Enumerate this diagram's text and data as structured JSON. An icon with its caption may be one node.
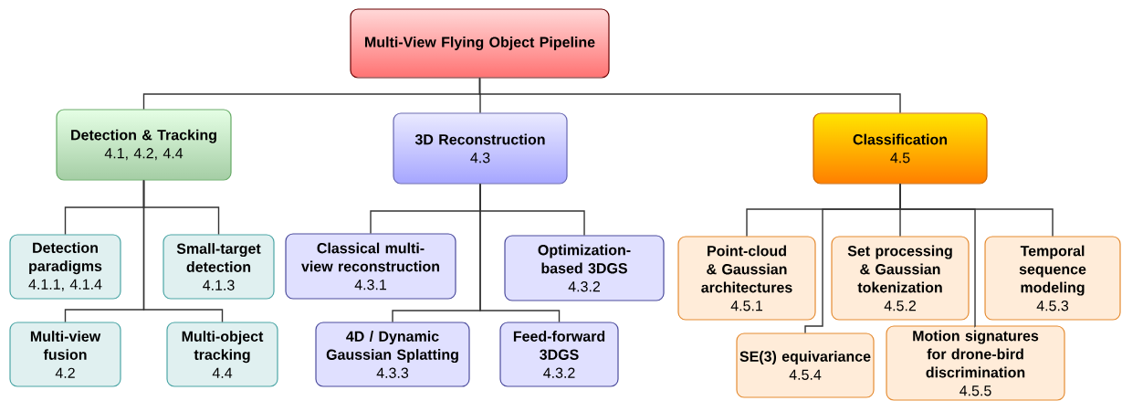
{
  "diagram": {
    "nodes": [
      {
        "text": [
          "Multi-View Flying Object Pipeline"
        ]
      },
      {
        "text": [
          "Detection & Tracking",
          "4.1, 4.2, 4.4"
        ]
      },
      {
        "text": [
          "3D Reconstruction",
          "4.3"
        ]
      },
      {
        "text": [
          "Classification",
          "4.5"
        ]
      },
      {
        "text": [
          "Detection paradigms",
          "4.1.1, 4.1.4"
        ]
      },
      {
        "text": [
          "Small-target detection",
          "4.1.3"
        ]
      },
      {
        "text": [
          "Multi-view fusion",
          "4.2"
        ]
      },
      {
        "text": [
          "Multi-object tracking",
          "4.4"
        ]
      },
      {
        "text": [
          "Classical multi-view reconstruction",
          "4.3.1"
        ]
      },
      {
        "text": [
          "Optimization-based 3DGS",
          "4.3.2"
        ]
      },
      {
        "text": [
          "4D / Dynamic Gaussian Splatting",
          "4.3.3"
        ]
      },
      {
        "text": [
          "Feed-forward 3DGS",
          "4.3.2"
        ]
      },
      {
        "text": [
          "Point-cloud & Gaussian architectures",
          "4.5.1"
        ]
      },
      {
        "text": [
          "Set processing & Gaussian tokenization",
          "4.5.2"
        ]
      },
      {
        "text": [
          "Temporal sequence modeling",
          "4.5.3"
        ]
      },
      {
        "text": [
          "SE(3) equivariance",
          "4.5.4"
        ]
      },
      {
        "text": [
          "Motion signatures for drone-bird discrimination",
          "4.5.5"
        ]
      }
    ],
    "edges": [
      {
        "from": 0,
        "to": 1,
        "arrow": "none"
      },
      {
        "from": 0,
        "to": 2,
        "arrow": "none"
      },
      {
        "from": 0,
        "to": 3,
        "arrow": "none"
      },
      {
        "from": 1,
        "to": 4,
        "arrow": "none"
      },
      {
        "from": 1,
        "to": 5,
        "arrow": "none"
      },
      {
        "from": 1,
        "to": 6,
        "arrow": "none"
      },
      {
        "from": 1,
        "to": 7,
        "arrow": "none"
      },
      {
        "from": 2,
        "to": 8,
        "arrow": "none"
      },
      {
        "from": 2,
        "to": 9,
        "arrow": "none"
      },
      {
        "from": 2,
        "to": 10,
        "arrow": "none"
      },
      {
        "from": 2,
        "to": 11,
        "arrow": "none"
      },
      {
        "from": 3,
        "to": 12,
        "arrow": "none"
      },
      {
        "from": 3,
        "to": 13,
        "arrow": "none"
      },
      {
        "from": 3,
        "to": 14,
        "arrow": "none"
      },
      {
        "from": 3,
        "to": 15,
        "arrow": "none"
      },
      {
        "from": 3,
        "to": 16,
        "arrow": "none"
      }
    ]
  }
}
